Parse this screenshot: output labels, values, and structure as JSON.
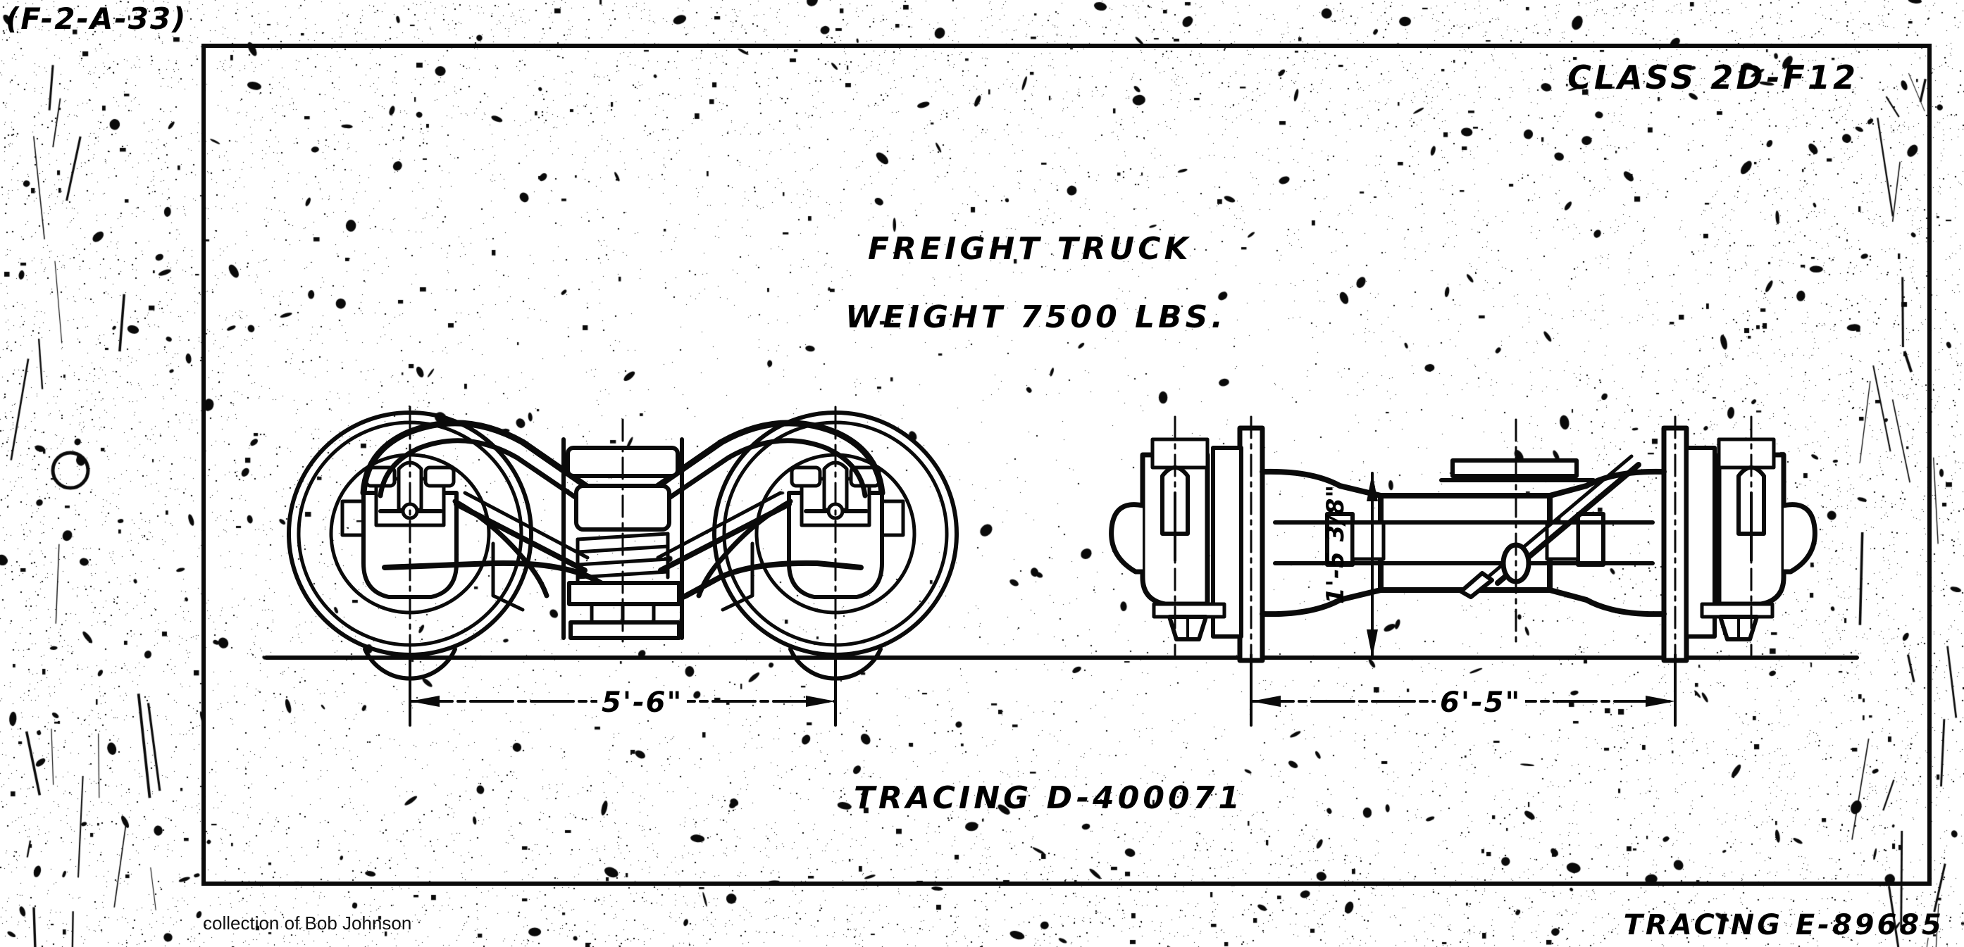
{
  "document": {
    "reference_code": "(F-2-A-33)",
    "class_label": "CLASS 2D-F12",
    "title_line1": "FREIGHT TRUCK",
    "title_line2": "WEIGHT 7500 LBS.",
    "tracing_main": "TRACING D-400071",
    "tracing_sheet": "TRACING E-89685",
    "credit": "collection of Bob Johnson"
  },
  "dimensions": {
    "side_view_wheelbase": "5'-6\"",
    "end_view_gauge": "6'-5\"",
    "end_view_height": "1'-5 3/8\""
  },
  "views": {
    "side_elevation_name": "freight truck side elevation",
    "end_elevation_name": "freight truck end elevation"
  },
  "colors": {
    "ink": "#0a0a0a",
    "paper": "#ffffff"
  }
}
